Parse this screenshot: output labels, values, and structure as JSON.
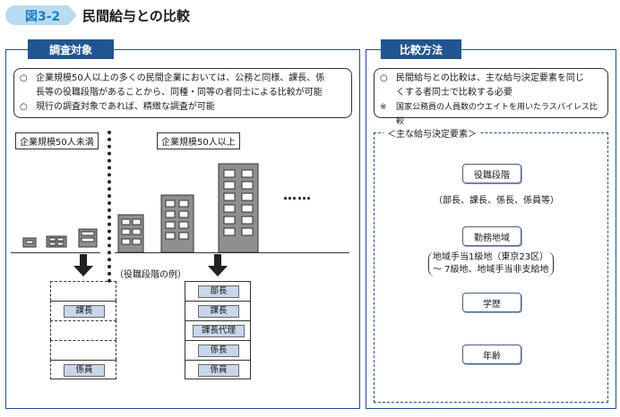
{
  "header": {
    "fig_number": "図3-2",
    "title": "民間給与との比較"
  },
  "left_panel": {
    "tab": "調査対象",
    "lines": [
      {
        "mark": "○",
        "text": "企業規模50人以上の多くの民間企業においては、公務と同様、課長、係"
      },
      {
        "mark": "",
        "text": "長等の役職段階があることから、同種・同等の者同士による比較が可能"
      },
      {
        "mark": "○",
        "text": "現行の調査対象であれば、精緻な調査が可能"
      }
    ],
    "small_label": "企業規模50人未満",
    "large_label": "企業規模50人以上",
    "ellipsis": "……",
    "rank_example": "（役職段階の例）",
    "small_ranks": [
      "",
      "課長",
      "",
      "",
      "係員"
    ],
    "large_ranks": [
      "部長",
      "課長",
      "課長代理",
      "係長",
      "係員"
    ]
  },
  "right_panel": {
    "tab": "比較方法",
    "lines": [
      {
        "mark": "○",
        "text": "民間給与との比較は、主な給与決定要素を同じ"
      },
      {
        "mark": "",
        "text": "くする者同士で比較する必要"
      },
      {
        "mark": "※",
        "text": "国家公務員の人員数のウエイトを用いたラスパイレス比較"
      }
    ],
    "factors_title": "＜主な給与決定要素＞",
    "factors": [
      {
        "label": "役職段階",
        "note": "（部長、課長、係長、係員等）"
      },
      {
        "label": "勤務地域",
        "note_line1": "地域手当1級地（東京23区）",
        "note_line2": "～ 7級地、地域手当非支給地"
      },
      {
        "label": "学歴"
      },
      {
        "label": "年齢"
      }
    ]
  },
  "colors": {
    "accent": "#21558f",
    "badge": "#b7dcef",
    "badge_text": "#1a7fc1",
    "pill": "#c9d6ea"
  }
}
